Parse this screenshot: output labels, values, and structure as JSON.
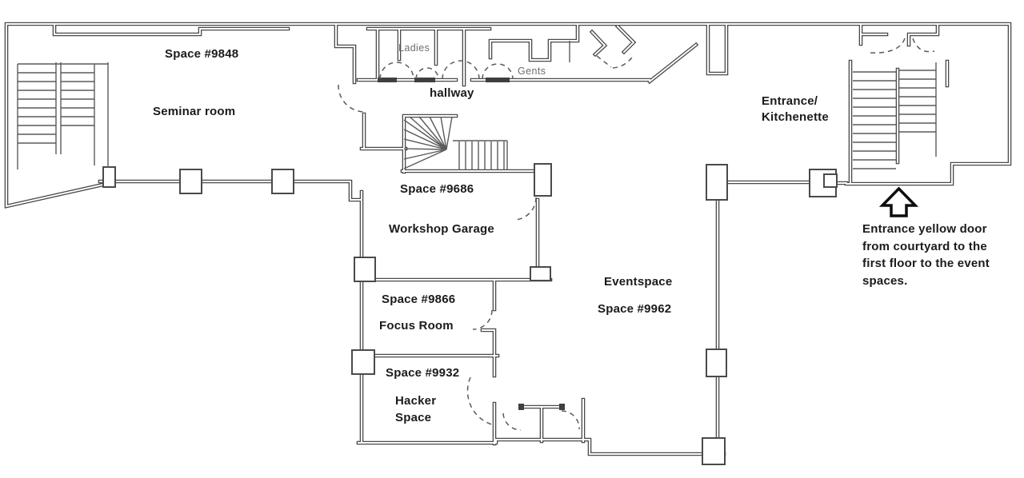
{
  "colors": {
    "ink": "#4a4a4a",
    "label": "#1b1b1b",
    "fixture_label": "#6e6e6e"
  },
  "rooms": {
    "seminar_room": {
      "space_id": "Space #9848",
      "name": "Seminar room"
    },
    "hallway": {
      "name": "hallway"
    },
    "ladies_wc": {
      "name": "Ladies"
    },
    "gents_wc": {
      "name": "Gents"
    },
    "workshop_garage": {
      "space_id": "Space #9686",
      "name": "Workshop Garage"
    },
    "focus_room": {
      "space_id": "Space #9866",
      "name": "Focus Room"
    },
    "hacker_space": {
      "space_id": "Space #9932",
      "name_lines": [
        "Hacker",
        "Space"
      ]
    },
    "eventspace": {
      "name": "Eventspace",
      "space_id": "Space #9962"
    },
    "entrance_kitchenette": {
      "name_lines": [
        "Entrance/",
        "Kitchenette"
      ]
    }
  },
  "annotations": {
    "entrance_note": {
      "icon": "up-arrow",
      "lines": [
        "Entrance yellow door",
        "from courtyard to the",
        "first floor to the event",
        "spaces."
      ]
    }
  }
}
